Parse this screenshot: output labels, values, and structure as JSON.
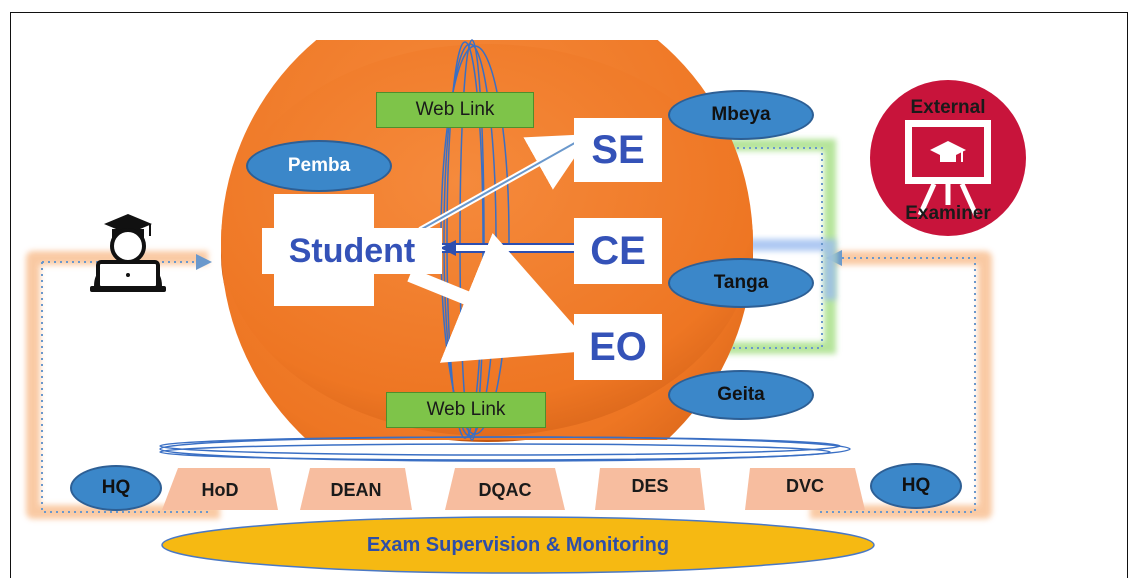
{
  "colors": {
    "sphere": "#ee7623",
    "sphere_dark": "#c9570e",
    "white_box": "#ffffff",
    "box_text": "#3452b8",
    "ellipse_fill": "#3b87c9",
    "weblink_fill": "#7ec449",
    "trapezoid_fill": "#f7bd9f",
    "exam_bar_fill": "#f6b912",
    "external_fill": "#c8143b",
    "orange_glow": "#f6a66a",
    "green_glow": "#8fd56a",
    "blue_glow": "#7aa6e6",
    "dotted_line": "#6a98cc"
  },
  "nodes": {
    "student": "Student",
    "se": "SE",
    "ce": "CE",
    "eo": "EO"
  },
  "campuses": {
    "pemba": "Pemba",
    "mbeya": "Mbeya",
    "tanga": "Tanga",
    "geita": "Geita"
  },
  "web_links": {
    "top": "Web Link",
    "bottom": "Web Link"
  },
  "external_examiner": {
    "line1": "External",
    "line2": "Examiner",
    "icon": "presentation-board-graduation-cap-icon"
  },
  "student_icon": "student-with-laptop-icon",
  "hq": {
    "left": "HQ",
    "right": "HQ"
  },
  "units": [
    "HoD",
    "DEAN",
    "DQAC",
    "DES",
    "DVC"
  ],
  "bottom_bar": "Exam Supervision & Monitoring"
}
